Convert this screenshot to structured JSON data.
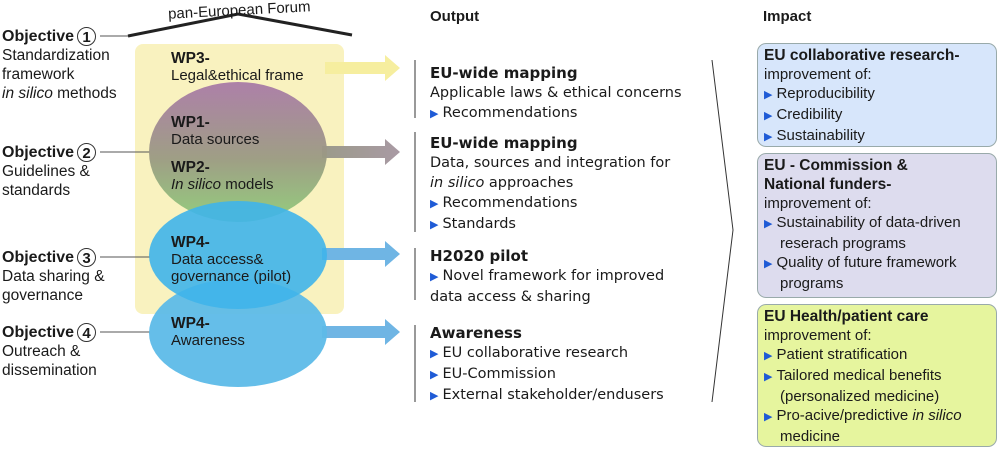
{
  "forum_label": "pan-European Forum",
  "headers": {
    "output": "Output",
    "impact": "Impact"
  },
  "objectives": [
    {
      "label": "Objective",
      "number": "1",
      "lines": [
        "Standardization",
        "framework"
      ],
      "italic_prefix": "in silico",
      "suffix": " methods"
    },
    {
      "label": "Objective",
      "number": "2",
      "lines": [
        "Guidelines &",
        "standards"
      ]
    },
    {
      "label": "Objective",
      "number": "3",
      "lines": [
        "Data sharing &",
        "governance"
      ]
    },
    {
      "label": "Objective",
      "number": "4",
      "lines": [
        "Outreach &",
        "dissemination"
      ]
    }
  ],
  "work_packages": {
    "wp3": {
      "title": "WP3-",
      "desc": "Legal&ethical frame"
    },
    "wp1": {
      "title": "WP1-",
      "desc": "Data sources"
    },
    "wp2": {
      "title": "WP2-",
      "desc_italic": "In silico",
      "desc": " models"
    },
    "wp4a": {
      "title": "WP4-",
      "desc1": "Data access&",
      "desc2": "governance (pilot)"
    },
    "wp4b": {
      "title": "WP4-",
      "desc": "Awareness"
    }
  },
  "outputs": [
    {
      "title": "EU-wide mapping",
      "text": "Applicable laws & ethical concerns",
      "bullets": [
        "Recommendations"
      ]
    },
    {
      "title": "EU-wide mapping",
      "text": "Data, sources and integration for",
      "italic": "in silico",
      "text2": " approaches",
      "bullets": [
        "Recommendations",
        "Standards"
      ]
    },
    {
      "title": "H2020 pilot",
      "bullets": [
        "Novel framework for improved"
      ],
      "cont": "data access & sharing"
    },
    {
      "title": "Awareness",
      "bullets": [
        "EU collaborative research",
        "EU-Commission",
        "External stakeholder/endusers"
      ]
    }
  ],
  "impacts": [
    {
      "title": "EU collaborative research-",
      "sub": "improvement of:",
      "bullets": [
        "Reproducibility",
        "Credibility",
        "Sustainability"
      ],
      "color": "#d7e6fb"
    },
    {
      "title1": "EU - Commission &",
      "title2": "National funders-",
      "sub": "improvement of:",
      "bullets": [
        "Sustainability of data-driven reserach programs",
        "Quality of future framework programs"
      ],
      "color": "#dddcee"
    },
    {
      "title": "EU Health/patient care",
      "sub": "improvement of:",
      "bullets": [
        "Patient stratification",
        "Tailored medical benefits (personalized medicine)"
      ],
      "last_bullet": "Pro-acive/predictive ",
      "last_italic": "in silico",
      "last_cont": "medicine",
      "color": "#e6f59e"
    }
  ],
  "bullet_icon": "right-triangle-icon"
}
